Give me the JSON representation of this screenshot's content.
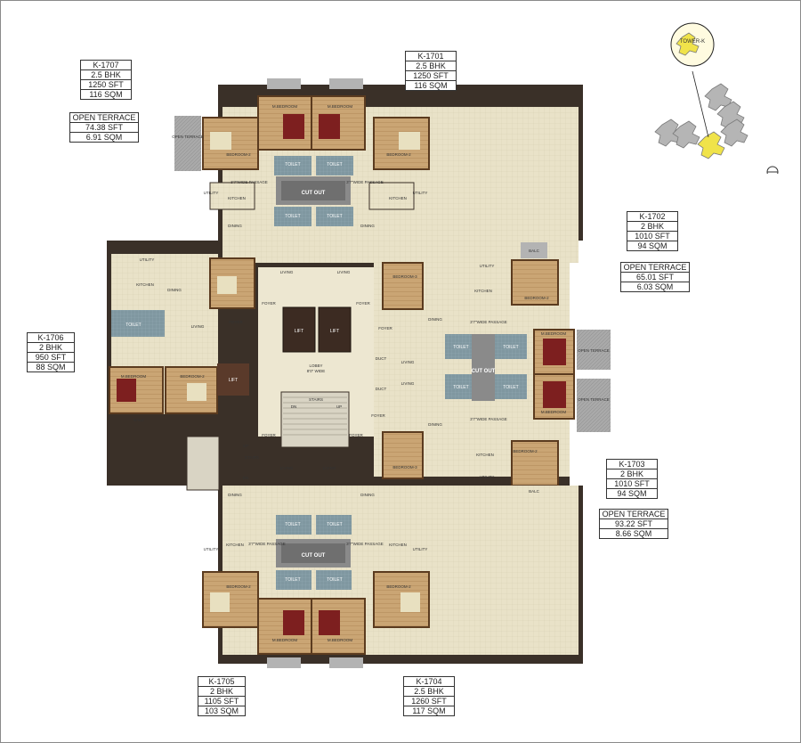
{
  "units": [
    {
      "id": "k1707",
      "lines": [
        "K-1707",
        "2.5 BHK",
        "1250 SFT",
        "116 SQM"
      ]
    },
    {
      "id": "k1707t",
      "lines": [
        "OPEN TERRACE",
        "74.38 SFT",
        "6.91 SQM"
      ]
    },
    {
      "id": "k1701",
      "lines": [
        "K-1701",
        "2.5 BHK",
        "1250 SFT",
        "116 SQM"
      ]
    },
    {
      "id": "k1702",
      "lines": [
        "K-1702",
        "2 BHK",
        "1010 SFT",
        "94 SQM"
      ]
    },
    {
      "id": "k1702t",
      "lines": [
        "OPEN TERRACE",
        "65.01 SFT",
        "6.03 SQM"
      ]
    },
    {
      "id": "k1706",
      "lines": [
        "K-1706",
        "2 BHK",
        "950 SFT",
        "88 SQM"
      ]
    },
    {
      "id": "k1703",
      "lines": [
        "K-1703",
        "2 BHK",
        "1010 SFT",
        "94 SQM"
      ]
    },
    {
      "id": "k1703t",
      "lines": [
        "OPEN TERRACE",
        "93.22 SFT",
        "8.66 SQM"
      ]
    },
    {
      "id": "k1705",
      "lines": [
        "K-1705",
        "2 BHK",
        "1105 SFT",
        "103 SQM"
      ]
    },
    {
      "id": "k1704",
      "lines": [
        "K-1704",
        "2.5 BHK",
        "1260 SFT",
        "117 SQM"
      ]
    }
  ],
  "key_map": {
    "tower_label": "TOWER-K"
  },
  "rooms": {
    "lift": "LIFT",
    "lobby": "LOBBY",
    "lobby_width": "8'0\" WIDE",
    "stairs": "STAIRS",
    "cut_out": "CUT OUT",
    "toilet": "TOILET",
    "living": "LIVING",
    "dining": "DINING",
    "kitchen": "KITCHEN",
    "utility": "UTILITY",
    "foyer": "FOYER",
    "m_bedroom": "M.BEDROOM",
    "bedroom_2": "BEDROOM-2",
    "bedroom_3": "BEDROOM-3",
    "balc": "BALC",
    "open_terrace": "OPEN TERRACE",
    "passage": "3'7\"WIDE PASSAGE",
    "duct": "DUCT",
    "up": "UP",
    "dn": "DN"
  }
}
